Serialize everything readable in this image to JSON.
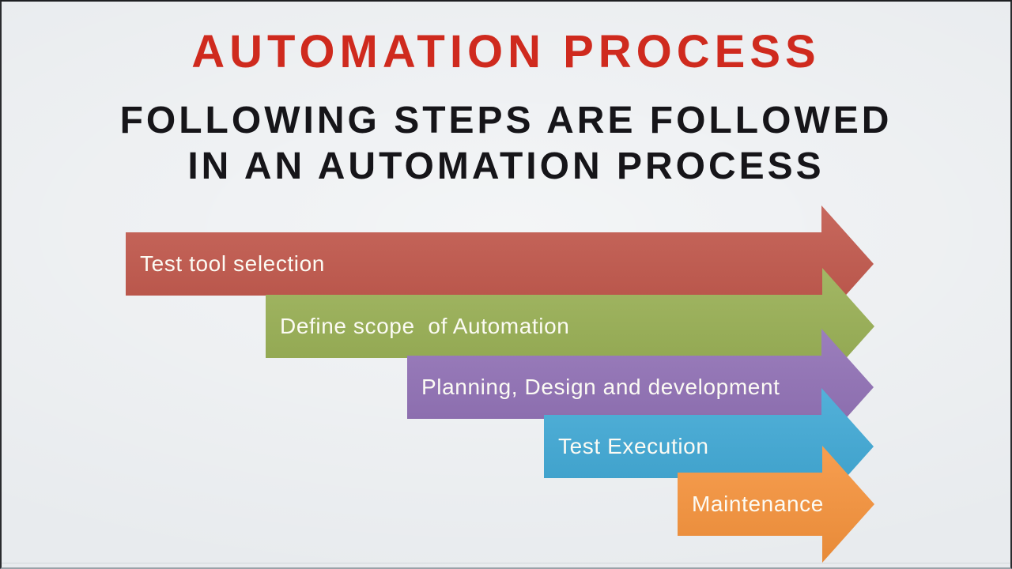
{
  "title": "AUTOMATION PROCESS",
  "subtitle": {
    "line1": "FOLLOWING STEPS ARE FOLLOWED",
    "line2": "IN AN AUTOMATION PROCESS"
  },
  "steps": [
    {
      "label": "Test tool selection",
      "color": "#C1574B"
    },
    {
      "label": "Define scope  of Automation",
      "color": "#98AF53"
    },
    {
      "label": "Planning, Design and development",
      "color": "#9070B5"
    },
    {
      "label": "Test Execution",
      "color": "#3FA8D5"
    },
    {
      "label": "Maintenance",
      "color": "#F6933C"
    }
  ],
  "colors": {
    "title_text": "#CF2A1E",
    "subtitle_text": "#161519",
    "arrow_label_text": "#FCFBF4",
    "background": "#E8EBEE"
  }
}
